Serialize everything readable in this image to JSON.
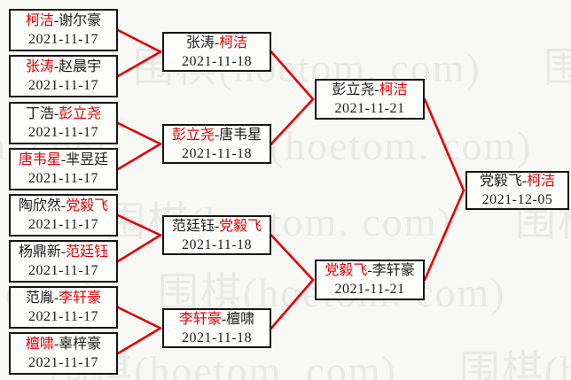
{
  "watermark": {
    "text": "围棋(hoetom. com)"
  },
  "colors": {
    "winner_red": "#e60000",
    "line_red": "#e60000",
    "box_border": "#141414"
  },
  "bracket": {
    "separator": "-",
    "round1": [
      {
        "p1": "柯洁",
        "p2": "谢尔豪",
        "p1_win": true,
        "p2_win": false,
        "date": "2021-11-17"
      },
      {
        "p1": "张涛",
        "p2": "赵晨宇",
        "p1_win": true,
        "p2_win": false,
        "date": "2021-11-17"
      },
      {
        "p1": "丁浩",
        "p2": "彭立尧",
        "p1_win": false,
        "p2_win": true,
        "date": "2021-11-17"
      },
      {
        "p1": "唐韦星",
        "p2": "芈昱廷",
        "p1_win": true,
        "p2_win": false,
        "date": "2021-11-17"
      },
      {
        "p1": "陶欣然",
        "p2": "党毅飞",
        "p1_win": false,
        "p2_win": true,
        "date": "2021-11-17"
      },
      {
        "p1": "杨鼎新",
        "p2": "范廷钰",
        "p1_win": false,
        "p2_win": true,
        "date": "2021-11-17"
      },
      {
        "p1": "范胤",
        "p2": "李轩豪",
        "p1_win": false,
        "p2_win": true,
        "date": "2021-11-17"
      },
      {
        "p1": "檀啸",
        "p2": "辜梓豪",
        "p1_win": true,
        "p2_win": false,
        "date": "2021-11-17"
      }
    ],
    "round2": [
      {
        "p1": "张涛",
        "p2": "柯洁",
        "p1_win": false,
        "p2_win": true,
        "date": "2021-11-18"
      },
      {
        "p1": "彭立尧",
        "p2": "唐韦星",
        "p1_win": true,
        "p2_win": false,
        "date": "2021-11-18"
      },
      {
        "p1": "范廷钰",
        "p2": "党毅飞",
        "p1_win": false,
        "p2_win": true,
        "date": "2021-11-18"
      },
      {
        "p1": "李轩豪",
        "p2": "檀啸",
        "p1_win": true,
        "p2_win": false,
        "date": "2021-11-18"
      }
    ],
    "semifinals": [
      {
        "p1": "彭立尧",
        "p2": "柯洁",
        "p1_win": false,
        "p2_win": true,
        "date": "2021-11-21"
      },
      {
        "p1": "党毅飞",
        "p2": "李轩豪",
        "p1_win": true,
        "p2_win": false,
        "date": "2021-11-21"
      }
    ],
    "final": [
      {
        "p1": "党毅飞",
        "p2": "柯洁",
        "p1_win": false,
        "p2_win": true,
        "date": "2021-12-05"
      }
    ]
  }
}
